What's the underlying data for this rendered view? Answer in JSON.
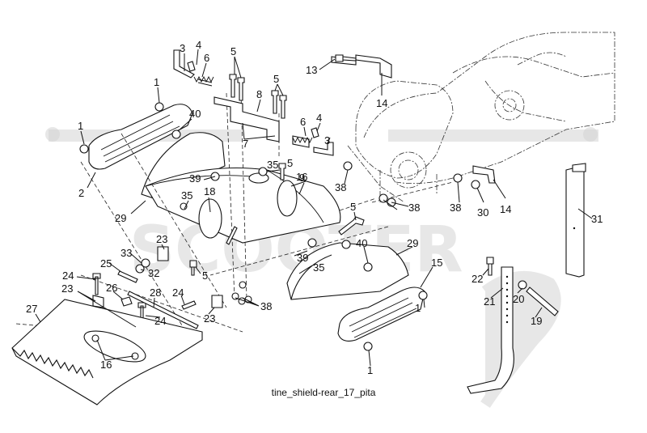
{
  "caption": "tine_shield-rear_17_pita",
  "watermark": "SCOOTER",
  "callouts": {
    "c1a": "1",
    "c1b": "1",
    "c1c": "1",
    "c1d": "1",
    "c2": "2",
    "c3a": "3",
    "c3b": "3",
    "c4a": "4",
    "c4b": "4",
    "c5a": "5",
    "c5b": "5",
    "c5c": "5",
    "c5d": "5",
    "c5e": "5",
    "c6a": "6",
    "c6b": "6",
    "c7": "7",
    "c8": "8",
    "c9": "9",
    "c13": "13",
    "c14a": "14",
    "c14b": "14",
    "c15": "15",
    "c16a": "16",
    "c16b": "16",
    "c18": "18",
    "c19": "19",
    "c20": "20",
    "c21": "21",
    "c22": "22",
    "c23a": "23",
    "c23b": "23",
    "c23c": "23",
    "c24a": "24",
    "c24b": "24",
    "c24c": "24",
    "c25": "25",
    "c26": "26",
    "c27": "27",
    "c28": "28",
    "c29a": "29",
    "c29b": "29",
    "c30": "30",
    "c31": "31",
    "c32": "32",
    "c33": "33",
    "c35a": "35",
    "c35b": "35",
    "c35c": "35",
    "c38a": "38",
    "c38b": "38",
    "c38c": "38",
    "c38d": "38",
    "c39a": "39",
    "c39b": "39",
    "c40a": "40",
    "c40b": "40"
  },
  "colors": {
    "ink": "#111111",
    "watermark": "#d4d4d4",
    "background": "#ffffff"
  }
}
